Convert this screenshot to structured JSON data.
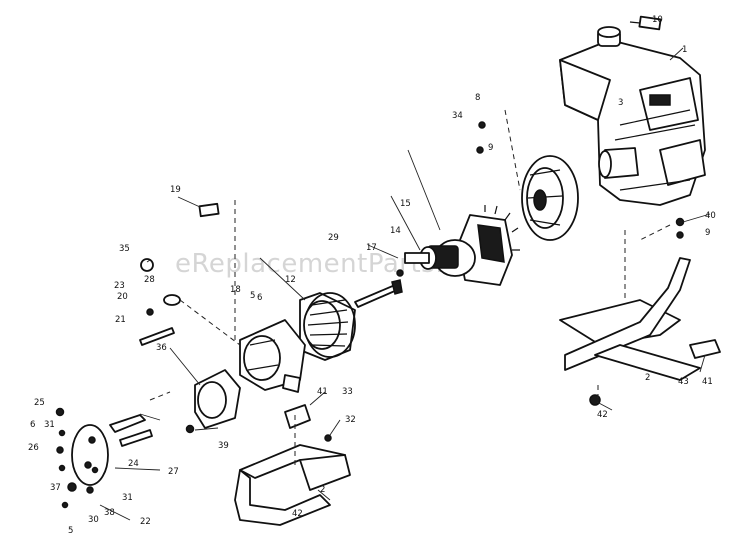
{
  "watermark": "eReplacementParts.com",
  "parts": [
    {
      "id": "p1",
      "label": "1"
    },
    {
      "id": "p2a",
      "label": "2"
    },
    {
      "id": "p2b",
      "label": "2"
    },
    {
      "id": "p3",
      "label": "3"
    },
    {
      "id": "p5",
      "label": "5"
    },
    {
      "id": "p6",
      "label": "6"
    },
    {
      "id": "p8",
      "label": "8"
    },
    {
      "id": "p9",
      "label": "9"
    },
    {
      "id": "p10",
      "label": "10"
    },
    {
      "id": "p12",
      "label": "12"
    },
    {
      "id": "p14",
      "label": "14"
    },
    {
      "id": "p15",
      "label": "15"
    },
    {
      "id": "p17",
      "label": "17"
    },
    {
      "id": "p18",
      "label": "18"
    },
    {
      "id": "p19",
      "label": "19"
    },
    {
      "id": "p20",
      "label": "20"
    },
    {
      "id": "p21",
      "label": "21"
    },
    {
      "id": "p22",
      "label": "22"
    },
    {
      "id": "p23",
      "label": "23"
    },
    {
      "id": "p24",
      "label": "24"
    },
    {
      "id": "p25",
      "label": "25"
    },
    {
      "id": "p26",
      "label": "26"
    },
    {
      "id": "p27",
      "label": "27"
    },
    {
      "id": "p28",
      "label": "28"
    },
    {
      "id": "p29",
      "label": "29"
    },
    {
      "id": "p30",
      "label": "30"
    },
    {
      "id": "p31",
      "label": "31"
    },
    {
      "id": "p31b",
      "label": "31"
    },
    {
      "id": "p32",
      "label": "32"
    },
    {
      "id": "p33",
      "label": "33"
    },
    {
      "id": "p34",
      "label": "34"
    },
    {
      "id": "p35",
      "label": "35"
    },
    {
      "id": "p36",
      "label": "36"
    },
    {
      "id": "p37",
      "label": "37"
    },
    {
      "id": "p38",
      "label": "38"
    },
    {
      "id": "p39",
      "label": "39"
    },
    {
      "id": "p40",
      "label": "40"
    },
    {
      "id": "p41a",
      "label": "41"
    },
    {
      "id": "p41b",
      "label": "41"
    },
    {
      "id": "p42a",
      "label": "42"
    },
    {
      "id": "p42b",
      "label": "42"
    },
    {
      "id": "p43",
      "label": "43"
    },
    {
      "id": "p6b",
      "label": "6"
    },
    {
      "id": "p9b",
      "label": "9"
    },
    {
      "id": "p5b",
      "label": "5"
    }
  ]
}
